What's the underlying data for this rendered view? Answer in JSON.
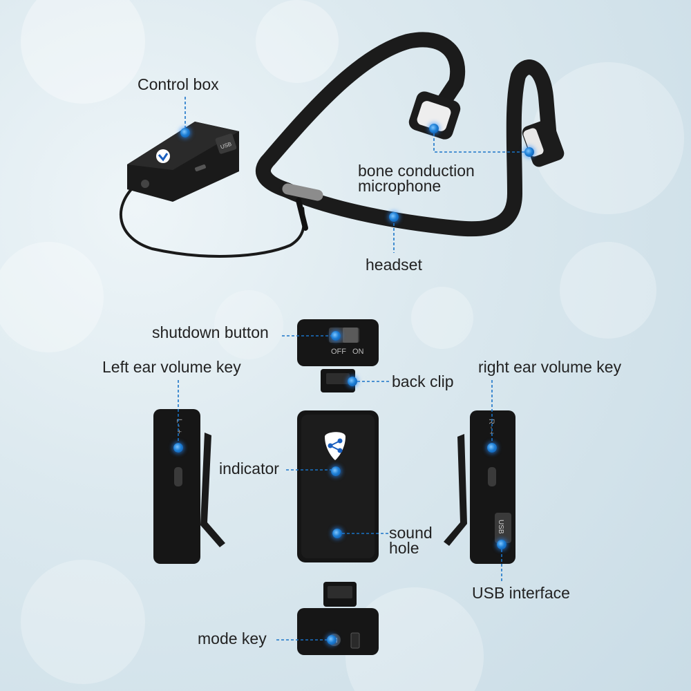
{
  "labels": {
    "control_box": "Control box",
    "bone_mic_line1": "bone conduction",
    "bone_mic_line2": "microphone",
    "headset": "headset",
    "shutdown_button": "shutdown button",
    "left_ear_volume_key": "Left ear volume key",
    "right_ear_volume_key": "right ear volume key",
    "back_clip": "back clip",
    "indicator": "indicator",
    "sound_hole_line1": "sound",
    "sound_hole_line2": "hole",
    "usb_interface": "USB interface",
    "mode_key": "mode key"
  },
  "device_markings": {
    "off": "OFF",
    "on": "ON",
    "usb": "USB",
    "left_side": "L -  +",
    "right_side": "R -  +",
    "mode": "M"
  },
  "colors": {
    "callout_line": "#1a74c8",
    "callout_dot": "#1e7fd6",
    "device_body": "#161616",
    "headband": "#1b1b1b",
    "label_text": "#222222",
    "logo_blue": "#1a5fbf"
  }
}
